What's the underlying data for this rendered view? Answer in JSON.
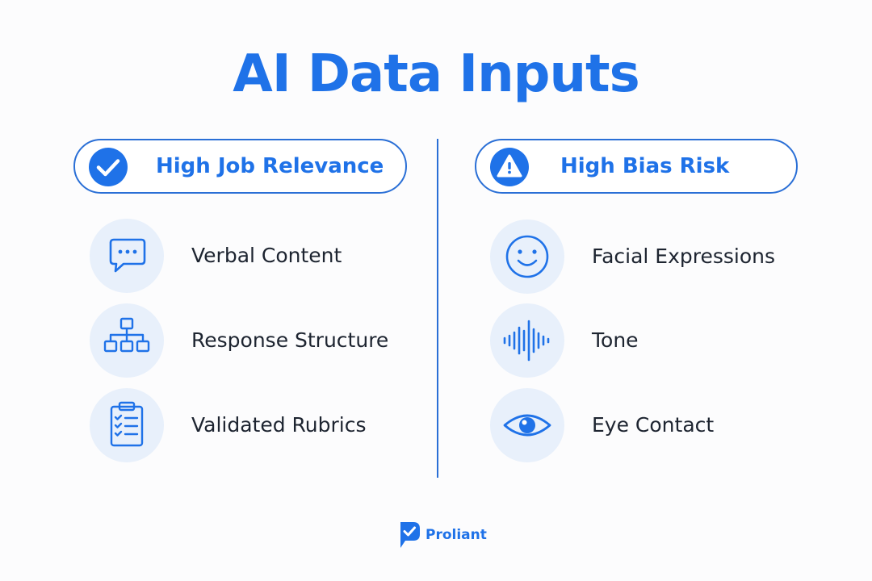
{
  "title": "AI Data Inputs",
  "colors": {
    "accent": "#1f72e8",
    "icon_bg": "#e8f0fb",
    "text": "#1d2430",
    "background": "#fcfcfd"
  },
  "left_column": {
    "header": {
      "label": "High Job Relevance",
      "icon": "check-circle-icon"
    },
    "items": [
      {
        "label": "Verbal Content",
        "icon": "chat-bubble-icon"
      },
      {
        "label": "Response Structure",
        "icon": "hierarchy-icon"
      },
      {
        "label": "Validated Rubrics",
        "icon": "clipboard-checklist-icon"
      }
    ]
  },
  "right_column": {
    "header": {
      "label": "High Bias Risk",
      "icon": "warning-circle-icon"
    },
    "items": [
      {
        "label": "Facial Expressions",
        "icon": "smiley-face-icon"
      },
      {
        "label": "Tone",
        "icon": "sound-wave-icon"
      },
      {
        "label": "Eye Contact",
        "icon": "eye-icon"
      }
    ]
  },
  "brand": {
    "name": "Proliant",
    "icon": "proliant-logo-icon"
  }
}
